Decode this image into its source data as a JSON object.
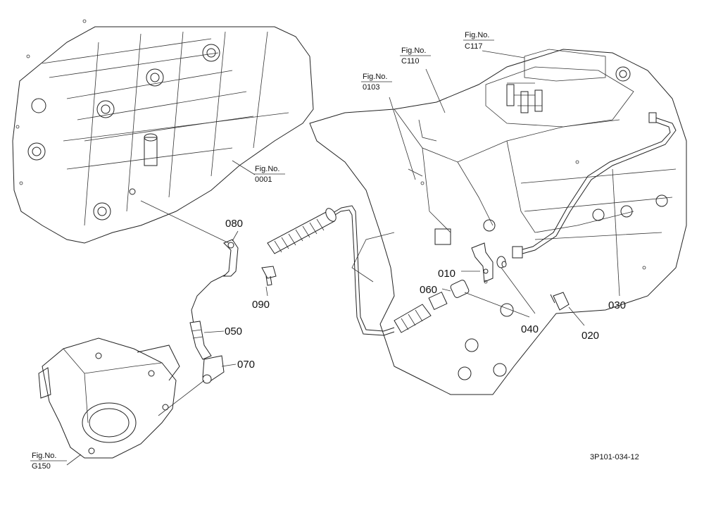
{
  "figure_refs": [
    {
      "id": "g150",
      "line1": "Fig.No.",
      "line2": "G150"
    },
    {
      "id": "0001",
      "line1": "Fig.No.",
      "line2": "0001"
    },
    {
      "id": "0103",
      "line1": "Fig.No.",
      "line2": "0103"
    },
    {
      "id": "c110",
      "line1": "Fig.No.",
      "line2": "C110"
    },
    {
      "id": "c117",
      "line1": "Fig.No.",
      "line2": "C117"
    }
  ],
  "parts": {
    "p010": "010",
    "p020": "020",
    "p030": "030",
    "p040": "040",
    "p050": "050",
    "p060": "060",
    "p070": "070",
    "p080": "080",
    "p090": "090"
  },
  "drawing_code": "3P101-034-12",
  "colors": {
    "ink": "#222222",
    "background": "#ffffff"
  }
}
